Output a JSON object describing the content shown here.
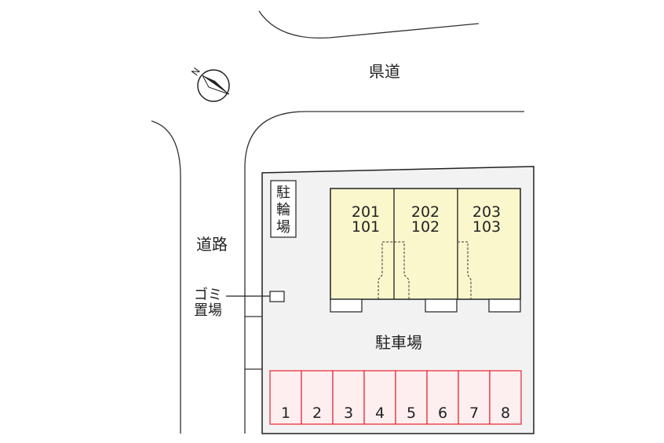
{
  "roads": {
    "prefectural_road": "県道",
    "side_road": "道路"
  },
  "facilities": {
    "bicycle_parking": [
      "駐",
      "輪",
      "場"
    ],
    "garbage_area": [
      "ゴミ",
      "置場"
    ],
    "parking_lot": "駐車場"
  },
  "units": [
    {
      "upper": "201",
      "lower": "101"
    },
    {
      "upper": "202",
      "lower": "102"
    },
    {
      "upper": "203",
      "lower": "103"
    }
  ],
  "parking_spaces": [
    "1",
    "2",
    "3",
    "4",
    "5",
    "6",
    "7",
    "8"
  ],
  "compass": {
    "label": "N"
  },
  "colors": {
    "building_fill": "#fbf7cc",
    "lot_fill": "#f2f2f2",
    "parking_stroke": "#e8333d",
    "parking_fill": "#fdeef0"
  }
}
